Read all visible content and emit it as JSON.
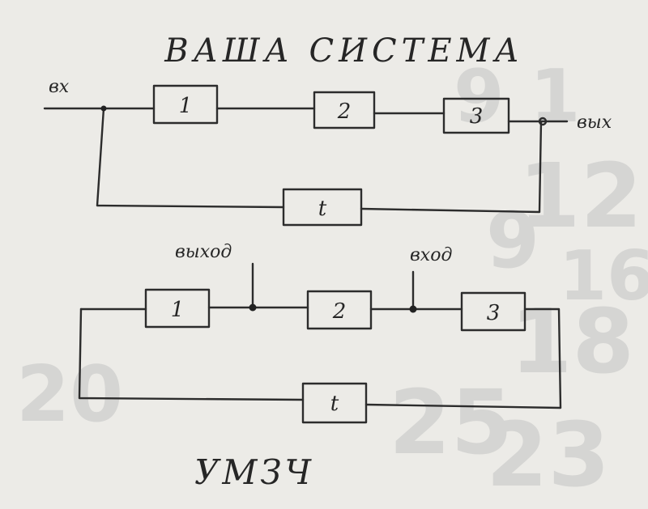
{
  "title": "ВАША СИСТЕМА",
  "colors": {
    "paper": "#ecebe7",
    "ink": "#2c2c2c",
    "bleed": "#d5d5d3"
  },
  "diagram_top": {
    "input_label": "вх",
    "output_label": "вых",
    "blocks": [
      "1",
      "2",
      "3",
      "t"
    ]
  },
  "diagram_bottom": {
    "output_tap_label": "выход",
    "input_tap_label": "вход",
    "blocks": [
      "1",
      "2",
      "3",
      "t"
    ]
  },
  "footer": "УМЗЧ"
}
